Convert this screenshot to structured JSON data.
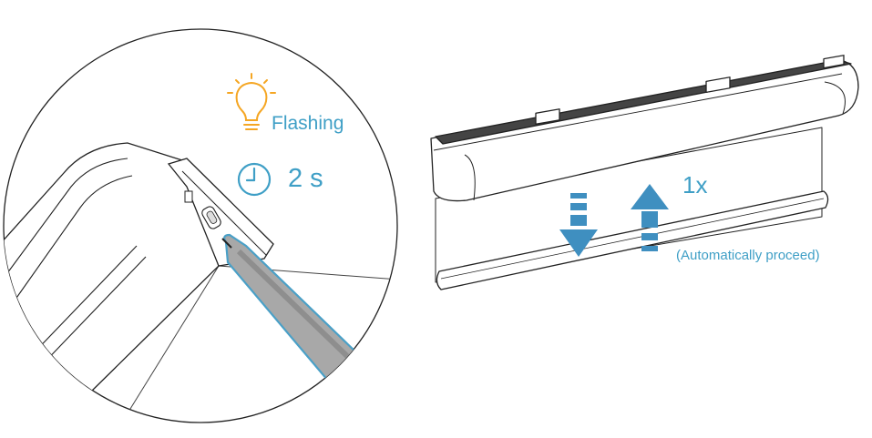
{
  "indicators": {
    "light_status": "Flashing",
    "hold_time": "2 s",
    "light_icon": "lightbulb-icon",
    "timer_icon": "clock-icon",
    "light_color": "#f5a623"
  },
  "motion": {
    "repeat_count": "1x",
    "note": "(Automatically proceed)",
    "down_icon": "arrow-down-icon",
    "up_icon": "arrow-up-icon",
    "arrow_color": "#3f8fc0"
  },
  "colors": {
    "accent": "#3f9fc6",
    "line": "#222222"
  }
}
